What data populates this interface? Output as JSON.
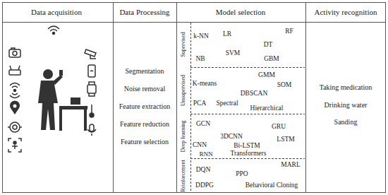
{
  "diagram": {
    "nodes": [
      {
        "text": [
          "Data acquisition"
        ]
      },
      {
        "text": [
          "Data Processing",
          "Segmentation",
          "Noise removal",
          "Feature extraction",
          "Feature reduction",
          "Feature selection"
        ]
      },
      {
        "text": [
          "Model selection"
        ]
      },
      {
        "text": [
          "Supervised",
          "k-NN",
          "LR",
          "DT",
          "RF",
          "SVM",
          "GBM",
          "NB"
        ],
        "in": 2
      },
      {
        "text": [
          "Unsupervised",
          "GMM",
          "K-means",
          "SOM",
          "DBSCAN",
          "Spectral",
          "PCA",
          "Hierarchical"
        ],
        "in": 2
      },
      {
        "text": [
          "Deep learning",
          "GCN",
          "GRU",
          "3DCNN",
          "LSTM",
          "CNN",
          "Bi-LSTM",
          "Transformers",
          "RNN"
        ],
        "in": 2
      },
      {
        "text": [
          "Reinforcement",
          "MARL",
          "DQN",
          "PPO",
          "DDPG",
          "Behavioral Cloning"
        ],
        "in": 2
      },
      {
        "text": [
          "Activity recognition",
          "Taking medication",
          "Drinking water",
          "Sanding"
        ]
      }
    ]
  }
}
